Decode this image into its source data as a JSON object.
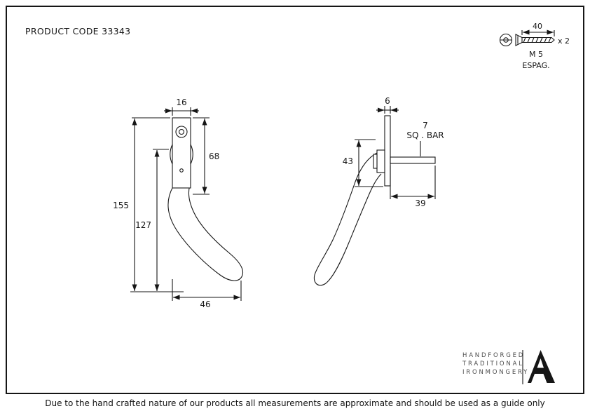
{
  "header": {
    "product_code": "PRODUCT CODE 33343"
  },
  "screw_detail": {
    "length_dim": "40",
    "quantity": "x 2",
    "size": "M 5",
    "type": "ESPAG."
  },
  "front_view": {
    "plate_width_dim": "16",
    "plate_height_dim": "68",
    "overall_height_dim": "155",
    "handle_height_dim": "127",
    "overall_width_dim": "46"
  },
  "side_view": {
    "plate_thickness_dim": "6",
    "height_dim": "43",
    "bar_size_dim": "7",
    "bar_label": "SQ . BAR",
    "bar_length_dim": "39"
  },
  "brand": {
    "line1": "HANDFORGED",
    "line2": "TRADITIONAL",
    "line3": "IRONMONGERY"
  },
  "footer": {
    "note": "Due to the hand crafted nature of our products all measurements are approximate and should be used as a guide only"
  }
}
